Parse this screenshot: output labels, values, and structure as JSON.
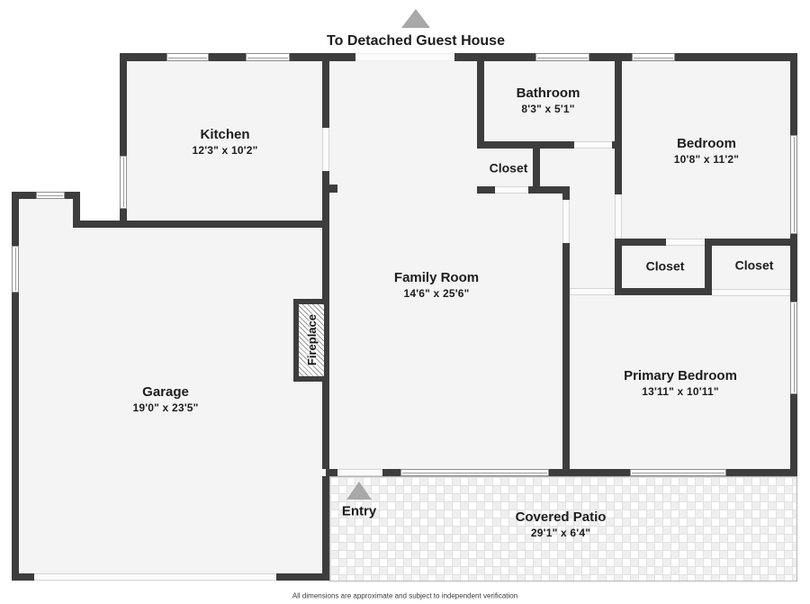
{
  "plan": {
    "title_top": "To Detached Guest House",
    "footer": "All dimensions are approximate and subject to independent verification",
    "rooms": {
      "kitchen": {
        "name": "Kitchen",
        "dims": "12'3\" x 10'2\""
      },
      "bathroom": {
        "name": "Bathroom",
        "dims": "8'3\" x 5'1\""
      },
      "closet_bath": {
        "name": "Closet"
      },
      "bedroom": {
        "name": "Bedroom",
        "dims": "10'8\" x 11'2\""
      },
      "closet_left": {
        "name": "Closet"
      },
      "closet_right": {
        "name": "Closet"
      },
      "family_room": {
        "name": "Family Room",
        "dims": "14'6\" x 25'6\""
      },
      "garage": {
        "name": "Garage",
        "dims": "19'0\" x 23'5\""
      },
      "primary_bedroom": {
        "name": "Primary Bedroom",
        "dims": "13'11\" x 10'11\""
      },
      "covered_patio": {
        "name": "Covered Patio",
        "dims": "29'1\" x 6'4\""
      },
      "entry": {
        "name": "Entry"
      },
      "fireplace": {
        "name": "Fireplace"
      }
    },
    "icons": {
      "guest_house_arrow": "up-triangle",
      "entry_arrow": "up-triangle"
    },
    "colors": {
      "wall": "#3d3d3d",
      "floor": "#f4f4f4",
      "arrow": "#a8a8a8",
      "patio_line": "#e2e2e2",
      "text": "#1d1d1d"
    }
  }
}
